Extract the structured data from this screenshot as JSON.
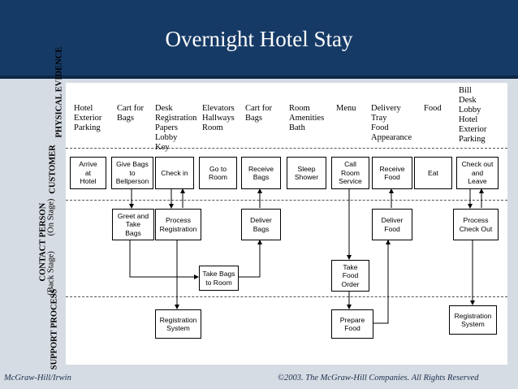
{
  "title": "Overnight Hotel Stay",
  "lanes": {
    "physical_evidence": "PHYSICAL EVIDENCE",
    "customer": "CUSTOMER",
    "contact_person": "CONTACT PERSON",
    "on_stage": "(On Stage)",
    "back_stage": "(Back Stage)",
    "support_process": "SUPPORT PROCESS"
  },
  "evidence": {
    "arrive": "Hotel\nExterior\nParking",
    "give_bags": "Cart for\nBags",
    "check_in": "Desk\nRegistration\nPapers\nLobby\nKey",
    "go_to_room": "Elevators\nHallways\nRoom",
    "receive_bags": "Cart for\nBags",
    "sleep": "Room\nAmenities\nBath",
    "call": "Menu",
    "receive_food": "Delivery\nTray\nFood\nAppearance",
    "eat": "Food",
    "check_out": "Bill\nDesk\nLobby\nHotel\nExterior\nParking"
  },
  "customer_actions": {
    "arrive": "Arrive\nat\nHotel",
    "give_bags": "Give Bags\nto\nBellperson",
    "check_in": "Check in",
    "go_to_room": "Go to\nRoom",
    "receive_bags": "Receive\nBags",
    "sleep": "Sleep\nShower",
    "call": "Call\nRoom\nService",
    "receive_food": "Receive\nFood",
    "eat": "Eat",
    "check_out": "Check out\nand\nLeave"
  },
  "onstage": {
    "greet": "Greet and\nTake\nBags",
    "process_reg": "Process\nRegistration",
    "deliver_bags": "Deliver\nBags",
    "deliver_food": "Deliver\nFood",
    "process_checkout": "Process\nCheck Out"
  },
  "backstage": {
    "take_bags": "Take Bags\nto Room",
    "take_order": "Take\nFood\nOrder"
  },
  "support": {
    "registration_1": "Registration\nSystem",
    "prepare_food": "Prepare\nFood",
    "registration_2": "Registration\nSystem"
  },
  "footer": {
    "left": "McGraw-Hill/Irwin",
    "right": "©2003. The McGraw-Hill Companies. All Rights Reserved"
  }
}
